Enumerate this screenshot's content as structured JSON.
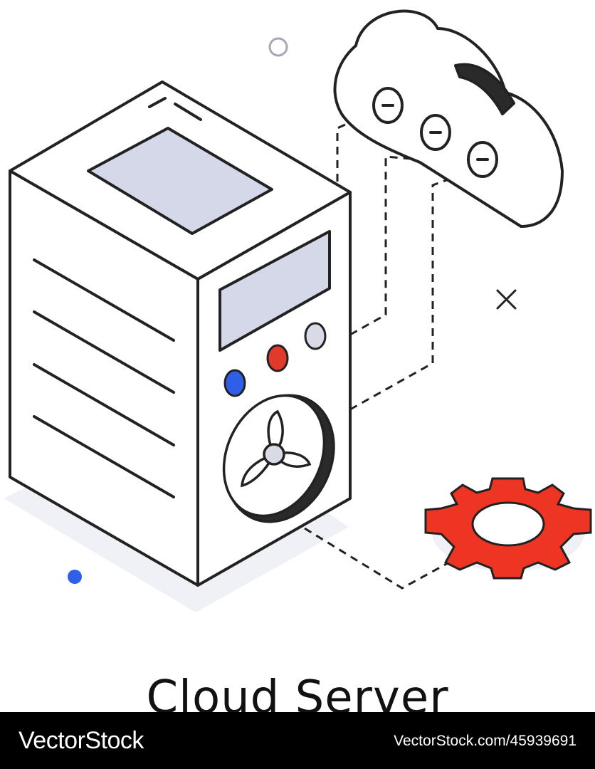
{
  "illustration": {
    "title": "Cloud Server",
    "subject": "isometric-cloud-server",
    "icons": [
      "server-icon",
      "cloud-icon",
      "gear-icon",
      "fan-icon"
    ],
    "colors": {
      "outline": "#222222",
      "screen_fill": "#d5d8e8",
      "gear": "#ee3423",
      "button_blue": "#2f5fe8",
      "button_red": "#e23a2a",
      "button_grey": "#d8dbe6",
      "shadow": "#f0f1f6",
      "cloud_accent": "#2a2a2a"
    }
  },
  "footer": {
    "brand": "VectorStock",
    "reference": "VectorStock.com/45939691"
  }
}
